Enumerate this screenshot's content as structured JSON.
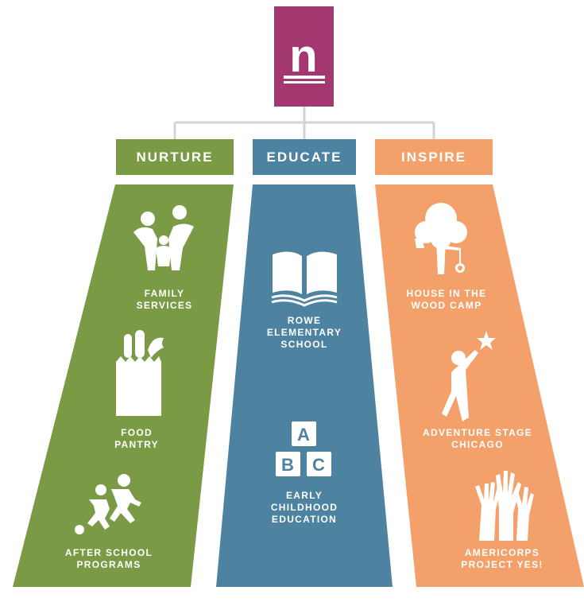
{
  "logo": {
    "letter": "n",
    "color": "#a3376f"
  },
  "colors": {
    "nurture": "#7a9a45",
    "educate": "#4d83a0",
    "inspire": "#f4a06a",
    "connector": "#d3d3d3"
  },
  "columns": [
    {
      "key": "nurture",
      "title": "NURTURE",
      "items": [
        {
          "icon": "family-icon",
          "lines": [
            "FAMILY",
            "SERVICES"
          ]
        },
        {
          "icon": "grocery-bag-icon",
          "lines": [
            "FOOD",
            "PANTRY"
          ]
        },
        {
          "icon": "running-kids-icon",
          "lines": [
            "AFTER SCHOOL",
            "PROGRAMS"
          ]
        }
      ]
    },
    {
      "key": "educate",
      "title": "EDUCATE",
      "items": [
        {
          "icon": "open-book-icon",
          "lines": [
            "ROWE",
            "ELEMENTARY",
            "SCHOOL"
          ]
        },
        {
          "icon": "abc-blocks-icon",
          "lines": [
            "EARLY",
            "CHILDHOOD",
            "EDUCATION"
          ]
        }
      ]
    },
    {
      "key": "inspire",
      "title": "INSPIRE",
      "items": [
        {
          "icon": "tree-swing-icon",
          "lines": [
            "HOUSE IN THE",
            "WOOD CAMP"
          ]
        },
        {
          "icon": "star-reach-icon",
          "lines": [
            "ADVENTURE STAGE",
            "CHICAGO"
          ]
        },
        {
          "icon": "raised-hands-icon",
          "lines": [
            "AMERICORPS",
            "PROJECT YES!"
          ]
        }
      ]
    }
  ],
  "blocks": [
    "A",
    "B",
    "C"
  ]
}
